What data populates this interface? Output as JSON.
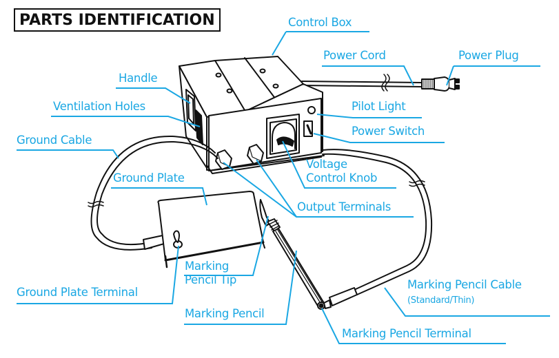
{
  "title": "PARTS IDENTIFICATION",
  "colors": {
    "label": "#1aa7e3",
    "line_art": "#111111",
    "background": "#ffffff"
  },
  "labels": {
    "control_box": "Control Box",
    "power_cord": "Power Cord",
    "power_plug": "Power Plug",
    "handle": "Handle",
    "ventilation_holes": "Ventilation Holes",
    "pilot_light": "Pilot Light",
    "power_switch": "Power Switch",
    "ground_cable": "Ground Cable",
    "voltage_control_knob_line1": "Voltage",
    "voltage_control_knob_line2": "Control Knob",
    "ground_plate": "Ground Plate",
    "output_terminals": "Output Terminals",
    "marking_pencil_tip_line1": "Marking",
    "marking_pencil_tip_line2": "Pencil Tip",
    "ground_plate_terminal": "Ground Plate Terminal",
    "marking_pencil": "Marking Pencil",
    "marking_pencil_cable": "Marking Pencil Cable",
    "marking_pencil_cable_note": "(Standard/Thin)",
    "marking_pencil_terminal": "Marking Pencil Terminal"
  }
}
